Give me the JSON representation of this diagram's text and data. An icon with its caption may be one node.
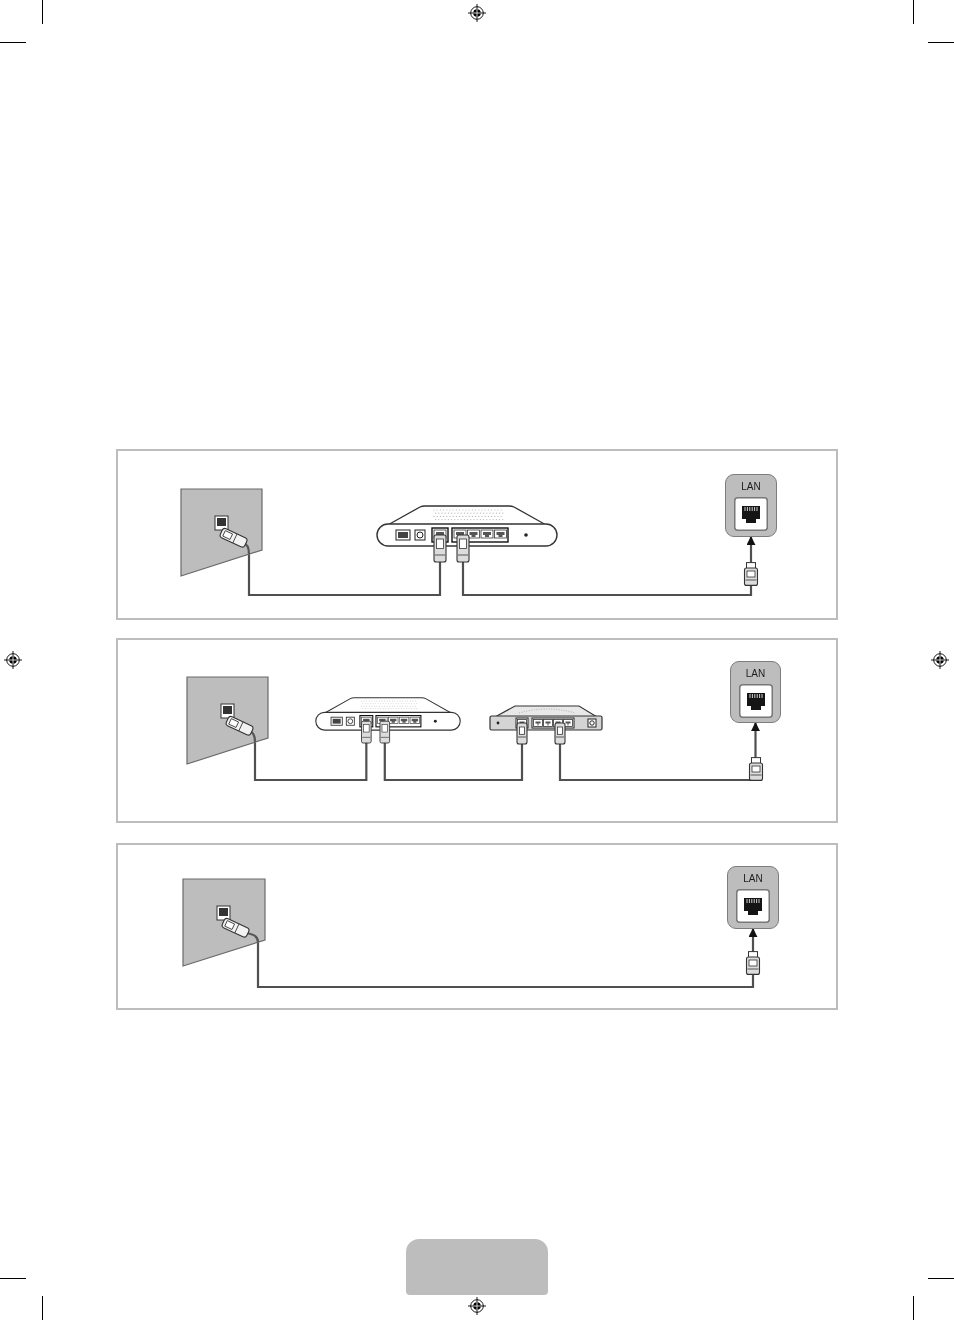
{
  "diagram": {
    "nodes": [
      {
        "text": [],
        "shape": "box"
      },
      {
        "text": [],
        "shape": "picture",
        "in": 0
      },
      {
        "text": [],
        "shape": "picture",
        "in": 0
      },
      {
        "text": [
          "LAN"
        ],
        "in": 0
      },
      {
        "text": [],
        "shape": "box"
      },
      {
        "text": [],
        "shape": "picture",
        "in": 4
      },
      {
        "text": [],
        "shape": "picture",
        "in": 4
      },
      {
        "text": [],
        "shape": "picture",
        "in": 4
      },
      {
        "text": [
          "LAN"
        ],
        "in": 4
      },
      {
        "text": [],
        "shape": "box"
      },
      {
        "text": [],
        "shape": "picture",
        "in": 9
      },
      {
        "text": [
          "LAN"
        ],
        "in": 9
      }
    ],
    "edges": [
      {
        "from": 1,
        "to": 2,
        "arrow": "none"
      },
      {
        "from": 2,
        "to": 3,
        "arrow": "to"
      },
      {
        "from": 5,
        "to": 6,
        "arrow": "none"
      },
      {
        "from": 6,
        "to": 7,
        "arrow": "none"
      },
      {
        "from": 7,
        "to": 8,
        "arrow": "to"
      },
      {
        "from": 10,
        "to": 11,
        "arrow": "to"
      }
    ]
  }
}
